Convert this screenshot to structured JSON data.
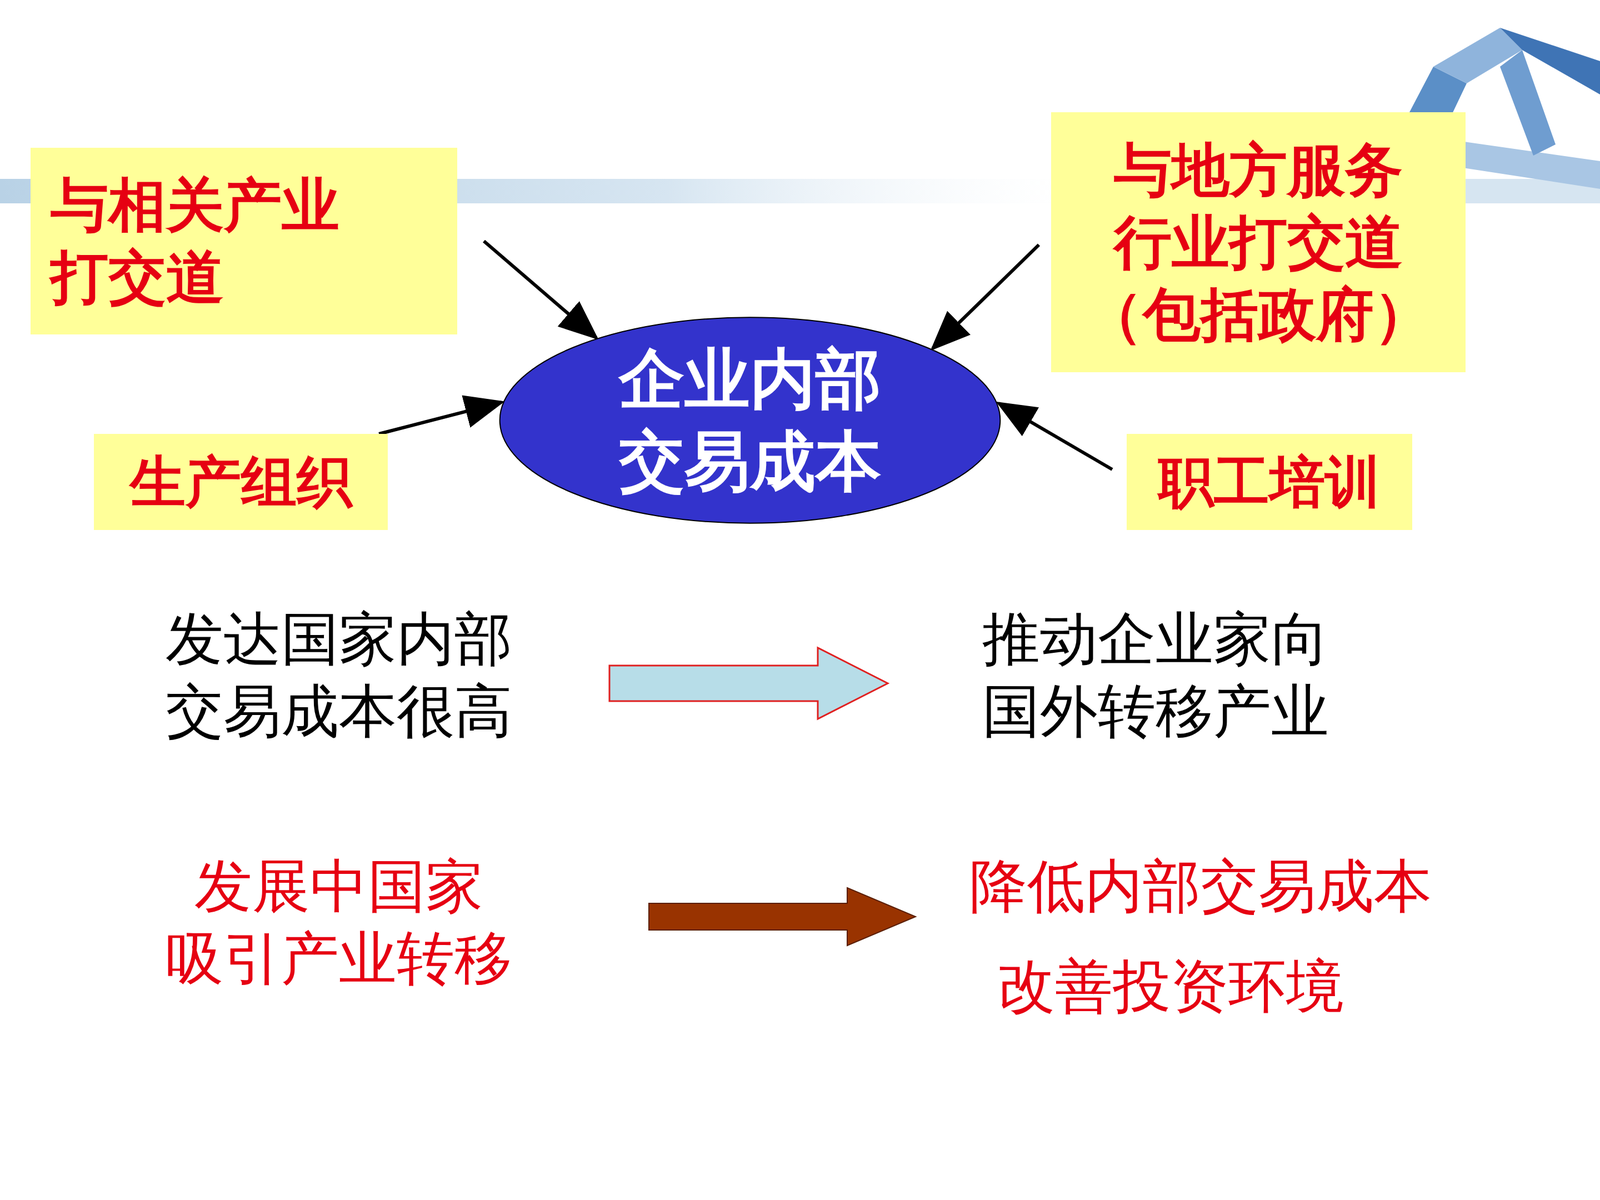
{
  "diagram": {
    "nodes": [
      {
        "text": [
          "与相关产业 打交道"
        ]
      },
      {
        "text": [
          "与地方服务 行业打交道",
          "（包括政府）"
        ]
      },
      {
        "text": [
          "企业内部 交易成本"
        ]
      },
      {
        "text": [
          "生产组织"
        ]
      },
      {
        "text": [
          "职工培训"
        ]
      }
    ],
    "edges": [
      {
        "from": 0,
        "to": 2,
        "arrow": "to"
      },
      {
        "from": 1,
        "to": 2,
        "arrow": "to"
      },
      {
        "from": 3,
        "to": 2,
        "arrow": "to"
      },
      {
        "from": 4,
        "to": 2,
        "arrow": "to"
      }
    ],
    "labels": [
      "发达国家内部 交易成本很高",
      "推动企业家向 国外转移产业",
      "发展中国家 吸引产业转移",
      "降低内部交易成本",
      "改善投资环境"
    ]
  }
}
